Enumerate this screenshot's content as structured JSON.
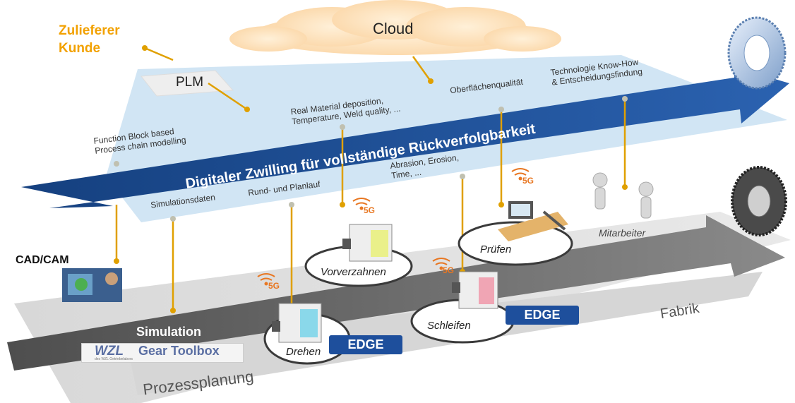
{
  "partners": {
    "supplier": "Zulieferer",
    "customer": "Kunde"
  },
  "cloud": "Cloud",
  "plm": "PLM",
  "banner": "Digitaler  Zwilling  für vollständige Rückverfolgbarkeit",
  "upper_annotations": [
    "Function Block based\nProcess chain modelling",
    "Real Material deposition,\nTemperature, Weld quality, ...",
    "Oberflächenqualität",
    "Technologie Know-How\n& Entscheidungsfindung"
  ],
  "lower_annotations": [
    "Simulationsdaten",
    "Rund- und Planlauf",
    "Abrasion, Erosion,\nTime, ..."
  ],
  "stations": {
    "drehen": "Drehen",
    "vorverzahnen": "Vorverzahnen",
    "schleifen": "Schleifen",
    "pruefen": "Prüfen"
  },
  "edge_label": "EDGE",
  "g5_label": "5G",
  "left_labels": {
    "cadcam": "CAD/CAM",
    "simulation": "Simulation"
  },
  "toolbox": {
    "brand": "WZL",
    "name": "Gear Toolbox",
    "subtitle": "des WZL Getriebelabors"
  },
  "mitarbeiter": "Mitarbeiter",
  "fabrik": "Fabrik",
  "prozessplanung": "Prozessplanung",
  "colors": {
    "banner": "#1d4f9c",
    "light_plane": "#cfe4f3",
    "orange": "#f2a100",
    "edge": "#1e4f9c",
    "g5": "#e87722"
  }
}
